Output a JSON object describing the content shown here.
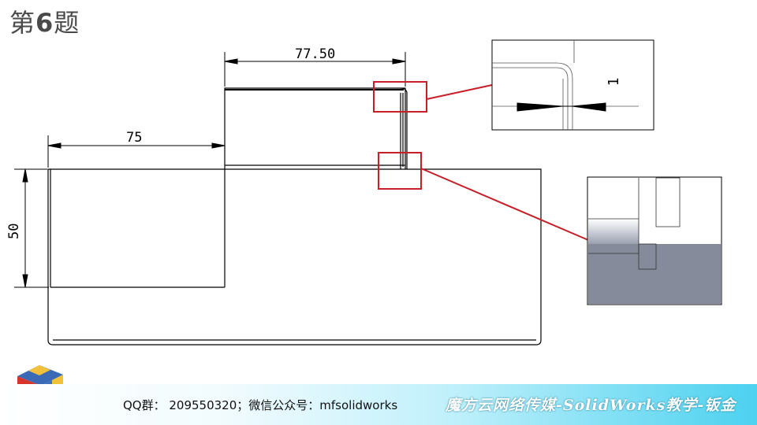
{
  "header": {
    "title_prefix": "第",
    "title_number": "6",
    "title_suffix": "题"
  },
  "dimensions": {
    "top_width": "77.50",
    "left_width": "75",
    "height": "50",
    "thickness": "1"
  },
  "footer": {
    "contact": "QQ群： 209550320；微信公众号：mfsolidworks",
    "brand": "魔方云网络传媒-SolidWorks教学-钣金"
  },
  "colors": {
    "callout": "#c81e28",
    "line": "#000000",
    "render_gray": "#868b9b"
  }
}
